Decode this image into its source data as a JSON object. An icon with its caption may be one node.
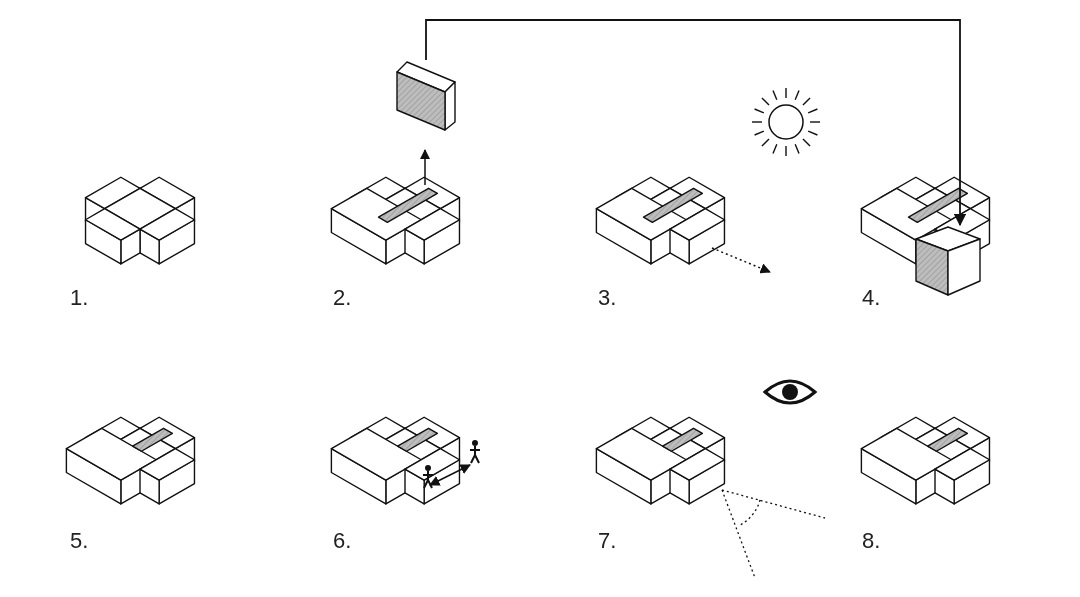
{
  "diagram": {
    "nodes": [
      {
        "text": [],
        "shape": "box"
      },
      {
        "text": [],
        "shape": "box"
      }
    ],
    "edges": [
      {
        "from": 0,
        "to": 1,
        "arrow": "to"
      }
    ],
    "labels": [
      "1.",
      "2.",
      "3.",
      "4.",
      "5.",
      "6.",
      "7.",
      "8."
    ]
  }
}
